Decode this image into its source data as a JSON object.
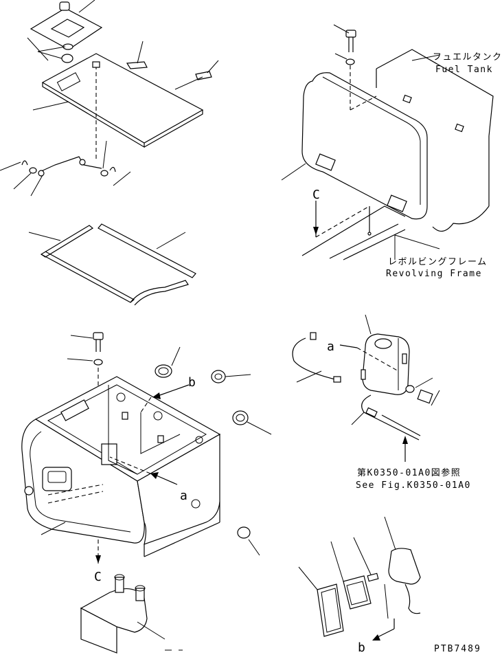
{
  "labels": {
    "fuel_tank_jp": "フュエルタンク",
    "fuel_tank_en": "Fuel Tank",
    "revolving_frame_jp": "レボルビングフレーム",
    "revolving_frame_en": "Revolving Frame",
    "see_fig_jp": "第K0350-01A0図参照",
    "see_fig_en": "See Fig.K0350-01A0",
    "drawing_code": "PTB7489"
  },
  "reference_letters": {
    "c_top": "C",
    "c_bottom": "C",
    "b_box": "b",
    "b_lamp": "b",
    "a_box": "a",
    "a_tank": "a"
  }
}
